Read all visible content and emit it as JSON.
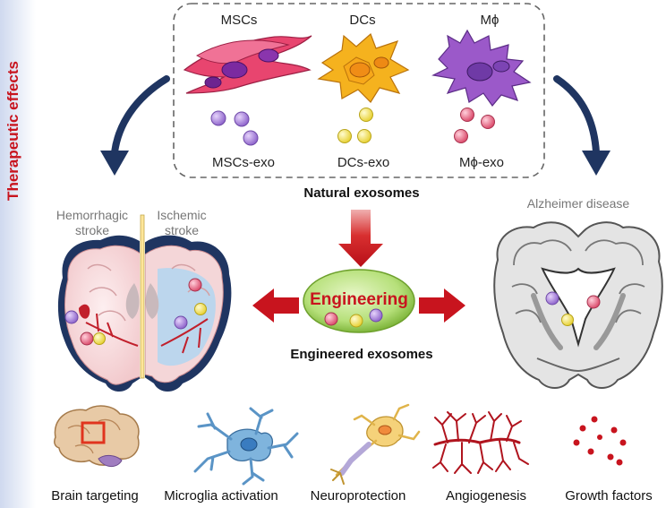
{
  "side_label": "Therapeutic effects",
  "natural": {
    "cells": [
      "MSCs",
      "DCs",
      "Mϕ"
    ],
    "exosomes": [
      "MSCs-exo",
      "DCs-exo",
      "Mϕ-exo"
    ],
    "caption": "Natural exosomes"
  },
  "engineering": {
    "label": "Engineering",
    "caption": "Engineered exosomes"
  },
  "stroke": {
    "hemorrhagic": "Hemorrhagic stroke",
    "ischemic": "Ischemic stroke"
  },
  "alzheimer": "Alzheimer disease",
  "effects": [
    "Brain targeting",
    "Microglia activation",
    "Neuroprotection",
    "Angiogenesis",
    "Growth factors"
  ],
  "colors": {
    "msc_cell": "#e8456f",
    "dc_cell": "#f5b21e",
    "mac_cell": "#9b59c9",
    "msc_exo": "#a97ed8",
    "dc_exo": "#f2e14a",
    "mac_exo": "#e65b7c",
    "red_arrow": "#c8141e",
    "navy_arrow": "#1f3561",
    "engineering_text": "#c8141e"
  }
}
